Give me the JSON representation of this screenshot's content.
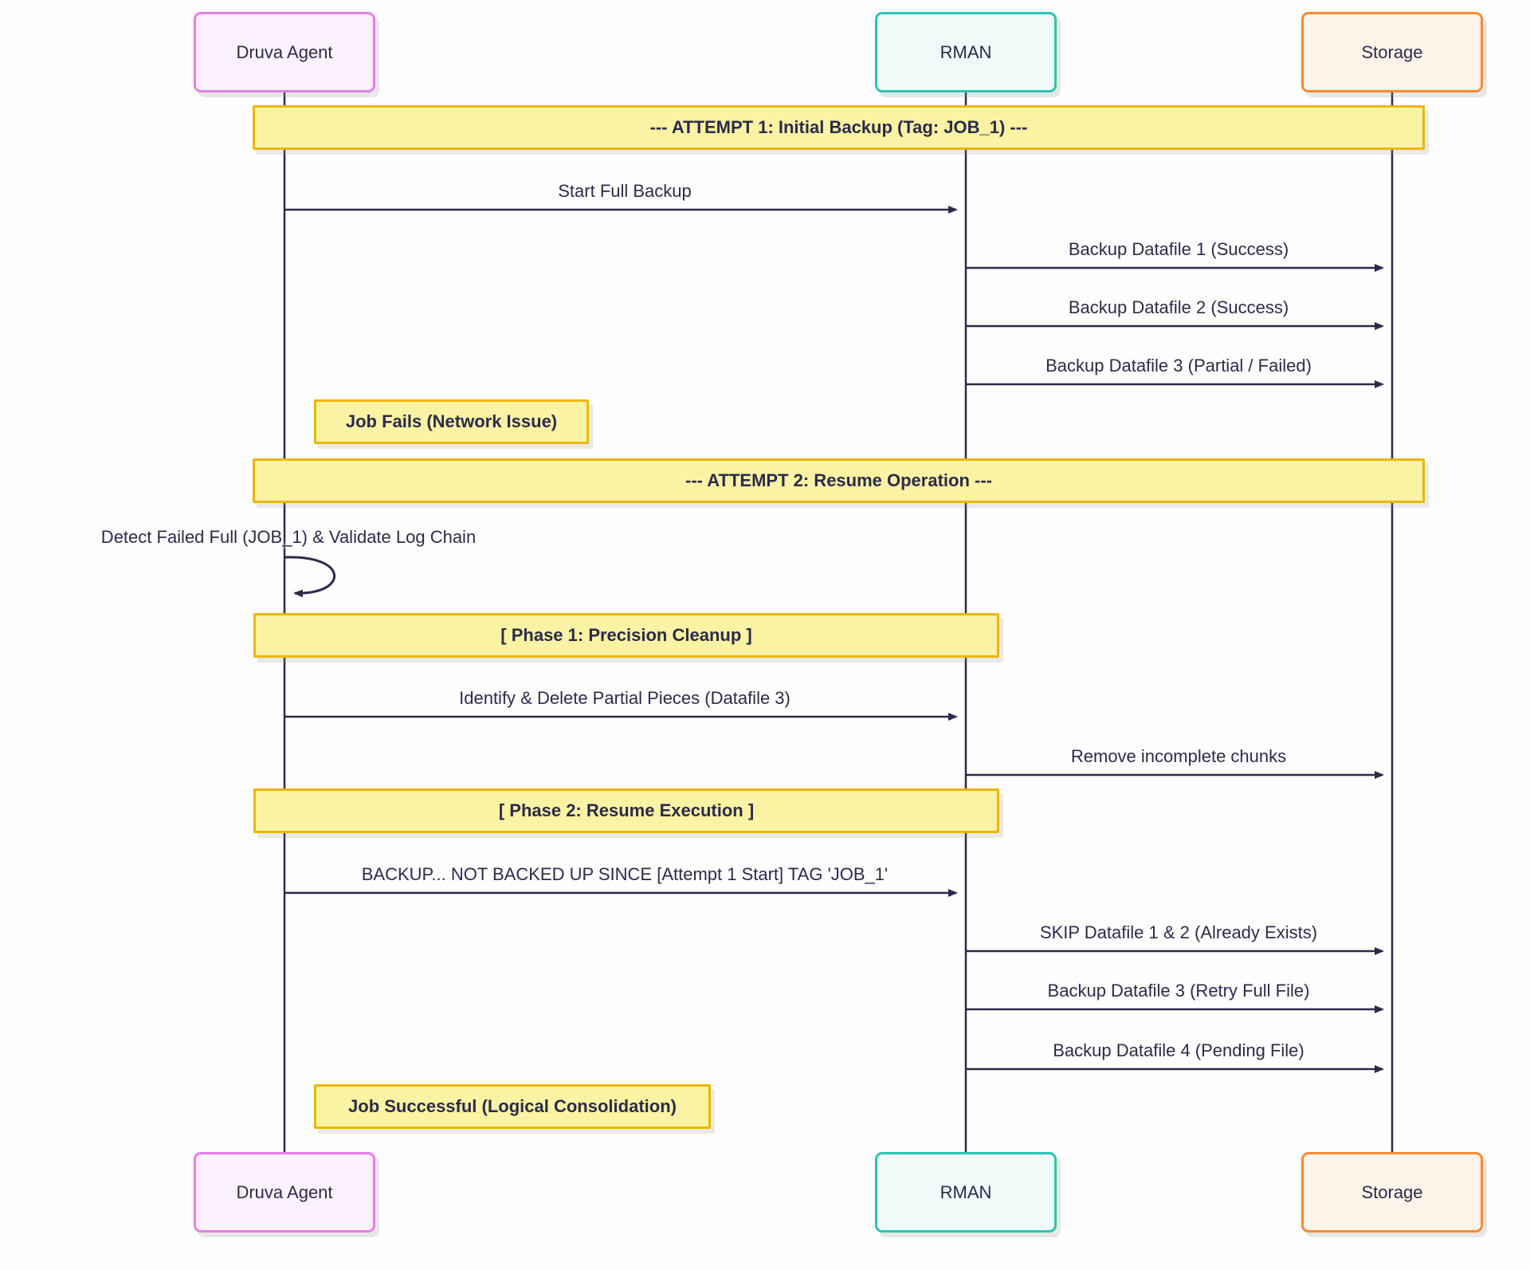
{
  "diagram": {
    "type": "sequence-diagram",
    "participants": [
      {
        "id": "druva-agent",
        "label": "Druva Agent",
        "border_color": "#e57fe5",
        "fill_color": "#fcf2fd"
      },
      {
        "id": "rman",
        "label": "RMAN",
        "border_color": "#2bc5b4",
        "fill_color": "#eefbf8"
      },
      {
        "id": "storage",
        "label": "Storage",
        "border_color": "#f68b33",
        "fill_color": "#fdf3e8"
      }
    ],
    "banners": [
      {
        "id": "attempt-1",
        "label": "--- ATTEMPT 1: Initial Backup (Tag: JOB_1) ---",
        "spans": "Druva Agent to Storage"
      },
      {
        "id": "attempt-2",
        "label": "--- ATTEMPT 2: Resume Operation ---",
        "spans": "Druva Agent to Storage"
      },
      {
        "id": "phase-1",
        "label": "[ Phase 1: Precision Cleanup ]",
        "spans": "Druva Agent to RMAN"
      },
      {
        "id": "phase-2",
        "label": "[ Phase 2: Resume Execution ]",
        "spans": "Druva Agent to RMAN"
      }
    ],
    "messages": [
      {
        "from": "Druva Agent",
        "to": "RMAN",
        "label": "Start Full Backup"
      },
      {
        "from": "RMAN",
        "to": "Storage",
        "label": "Backup Datafile 1 (Success)"
      },
      {
        "from": "RMAN",
        "to": "Storage",
        "label": "Backup Datafile 2 (Success)"
      },
      {
        "from": "RMAN",
        "to": "Storage",
        "label": "Backup Datafile 3 (Partial / Failed)"
      },
      {
        "from": "Druva Agent",
        "to": "Druva Agent",
        "label": "Detect Failed Full (JOB_1) & Validate Log Chain"
      },
      {
        "from": "Druva Agent",
        "to": "RMAN",
        "label": "Identify & Delete Partial Pieces (Datafile 3)"
      },
      {
        "from": "RMAN",
        "to": "Storage",
        "label": "Remove incomplete chunks"
      },
      {
        "from": "Druva Agent",
        "to": "RMAN",
        "label": "BACKUP... NOT BACKED UP SINCE [Attempt 1 Start] TAG 'JOB_1'"
      },
      {
        "from": "RMAN",
        "to": "Storage",
        "label": "SKIP Datafile 1 & 2 (Already Exists)"
      },
      {
        "from": "RMAN",
        "to": "Storage",
        "label": "Backup Datafile 3 (Retry Full File)"
      },
      {
        "from": "RMAN",
        "to": "Storage",
        "label": "Backup Datafile 4 (Pending File)"
      }
    ],
    "notes": [
      {
        "id": "job-fails",
        "label": "Job Fails (Network Issue)",
        "over": "Druva Agent"
      },
      {
        "id": "job-successful",
        "label": "Job Successful (Logical Consolidation)",
        "over": "Druva Agent"
      }
    ],
    "colors": {
      "background": "#fefefe",
      "text": "#2b2b4a",
      "lifeline": "#2b2b4a",
      "arrow": "#2b2b4a",
      "banner_fill": "#faf3a3",
      "banner_border": "#eeb501"
    }
  }
}
